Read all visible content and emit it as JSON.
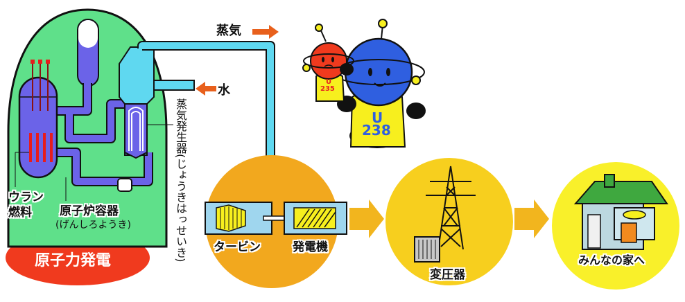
{
  "labels": {
    "steam": "蒸気",
    "water": "水",
    "steam_generator": "蒸気発生器(じょうきはっせいき)",
    "uranium_fuel_1": "ウラン",
    "uranium_fuel_2": "燃料",
    "reactor_vessel": "原子炉容器",
    "reactor_vessel_reading": "(げんしろようき)",
    "plant_name": "原子力発電",
    "turbine": "タービン",
    "generator": "発電機",
    "transformer": "変圧器",
    "to_homes": "みんなの家へ",
    "mascot_small": "U\n235",
    "mascot_small_top": "U",
    "mascot_small_bottom": "235",
    "mascot_large_top": "U",
    "mascot_large_bottom": "238"
  },
  "colors": {
    "containment_green": "#5fe08a",
    "reactor_blue": "#6b63e8",
    "pipe_cyan": "#5fd8f0",
    "arrow_orange": "#e8601c",
    "badge_red": "#f03a1e",
    "turbine_circle": "#f2a81e",
    "transformer_circle": "#f7cf1e",
    "home_circle": "#f9f02a",
    "flow_arrow": "#f2b51e",
    "mascot_blue": "#2f5fe0",
    "mascot_red": "#f03a1e",
    "shirt_yellow": "#f7ef1e"
  }
}
